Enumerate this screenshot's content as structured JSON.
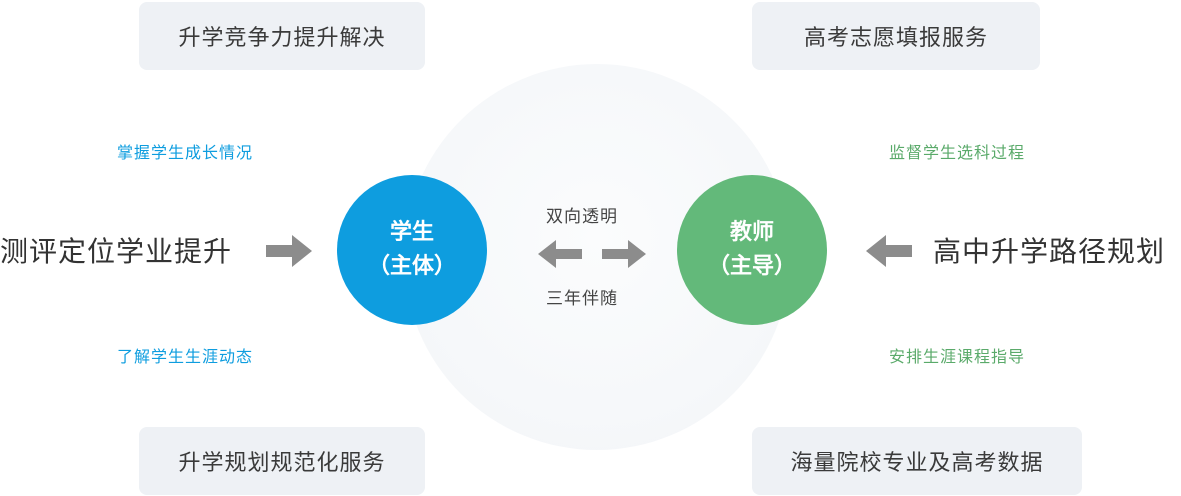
{
  "top_left_box": "升学竞争力提升解决",
  "top_right_box": "高考志愿填报服务",
  "bottom_left_box": "升学规划规范化服务",
  "bottom_right_box": "海量院校专业及高考数据",
  "left_top_note": "掌握学生成长情况",
  "left_bottom_note": "了解学生生涯动态",
  "right_top_note": "监督学生选科过程",
  "right_bottom_note": "安排生涯课程指导",
  "left_input": "测评定位学业提升",
  "right_input": "高中升学路径规划",
  "student_node": {
    "line1": "学生",
    "line2": "（主体）"
  },
  "teacher_node": {
    "line1": "教师",
    "line2": "（主导）"
  },
  "middle_top": "双向透明",
  "middle_bottom": "三年伴随",
  "colors": {
    "student": "#0e9ddf",
    "teacher": "#63b97a",
    "arrow": "#8c8c8c",
    "box": "#eef1f5"
  }
}
